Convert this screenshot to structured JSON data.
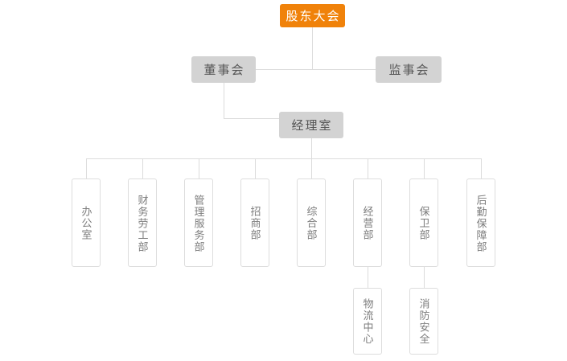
{
  "org": {
    "root": {
      "label": "股东大会"
    },
    "level2": [
      {
        "label": "董事会"
      },
      {
        "label": "监事会"
      }
    ],
    "level3": {
      "label": "经理室"
    },
    "departments": [
      {
        "label": "办公室"
      },
      {
        "label": "财务劳工部"
      },
      {
        "label": "管理服务部"
      },
      {
        "label": "招商部"
      },
      {
        "label": "综合部"
      },
      {
        "label": "经营部"
      },
      {
        "label": "保卫部"
      },
      {
        "label": "后勤保障部"
      }
    ],
    "sub_departments": [
      {
        "label": "物流中心",
        "parent": "经营部"
      },
      {
        "label": "消防安全",
        "parent": "保卫部"
      }
    ]
  },
  "colors": {
    "root_bg": "#f0820a",
    "root_text": "#ffffff",
    "node_bg": "#d3d3d3",
    "node_text": "#555555",
    "dept_border": "#dddddd",
    "dept_text": "#7d7d7d",
    "connector": "#dcdcdc",
    "background": "#ffffff"
  }
}
